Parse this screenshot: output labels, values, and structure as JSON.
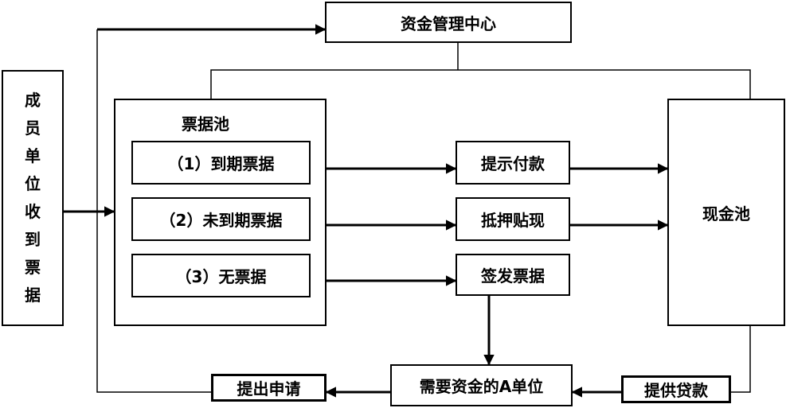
{
  "nodes": {
    "fund_center": "资金管理中心",
    "member_units": "成员单位收到票据",
    "bill_pool": "票据池",
    "matured_bills": "（1）到期票据",
    "unmatured_bills": "（2）未到期票据",
    "no_bills": "（3）无票据",
    "present_payment": "提示付款",
    "pledge_discount": "抵押贴现",
    "issue_bills": "签发票据",
    "cash_pool": "现金池",
    "unit_a": "需要资金的A单位",
    "submit_application": "提出申请",
    "provide_loan": "提供贷款"
  },
  "colors": {
    "line": "#000000",
    "background": "#ffffff"
  }
}
